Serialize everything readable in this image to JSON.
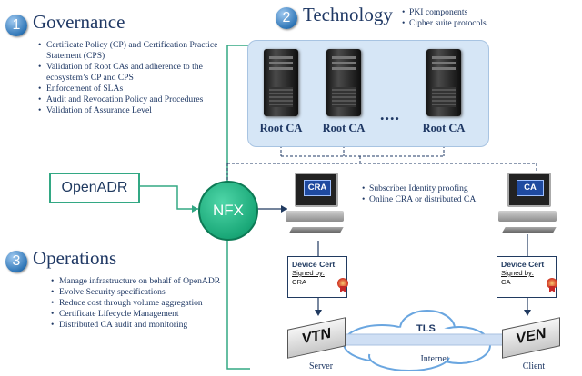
{
  "governance": {
    "number": "1",
    "title": "Governance",
    "items": [
      "Certificate Policy (CP) and Certification Practice Statement (CPS)",
      "Validation of Root CAs and adherence to the ecosystem’s CP and CPS",
      "Enforcement of SLAs",
      "Audit and Revocation Policy and Procedures",
      "Validation of Assurance Level"
    ]
  },
  "technology": {
    "number": "2",
    "title": "Technology",
    "items": [
      "PKI components",
      "Cipher suite protocols"
    ]
  },
  "root_cas": [
    "Root CA",
    "Root CA",
    "Root CA"
  ],
  "ellipsis": "....",
  "openadr_label": "OpenADR",
  "nfx_label": "NFX",
  "cra": {
    "screen_label": "CRA",
    "items": [
      "Subscriber Identity proofing",
      "Online CRA or distributed CA"
    ]
  },
  "client_screen_label": "CA",
  "operations": {
    "number": "3",
    "title": "Operations",
    "items": [
      "Manage infrastructure on behalf of OpenADR",
      "Evolve Security specifications",
      "Reduce cost through volume aggregation",
      "Certificate Lifecycle Management",
      "Distributed CA audit and monitoring"
    ]
  },
  "certs": [
    {
      "title": "Device Cert",
      "signed_by": "Signed by:",
      "issuer": "CRA"
    },
    {
      "title": "Device Cert",
      "signed_by": "Signed by:",
      "issuer": "CA"
    }
  ],
  "vtn_label": "VTN",
  "ven_label": "VEN",
  "tls_label": "TLS",
  "server_label": "Server",
  "internet_label": "Internet",
  "client_label": "Client",
  "colors": {
    "navy": "#1f3864",
    "green": "#33a884",
    "nfx": "#1aa878",
    "root_box": "#d6e6f6"
  }
}
